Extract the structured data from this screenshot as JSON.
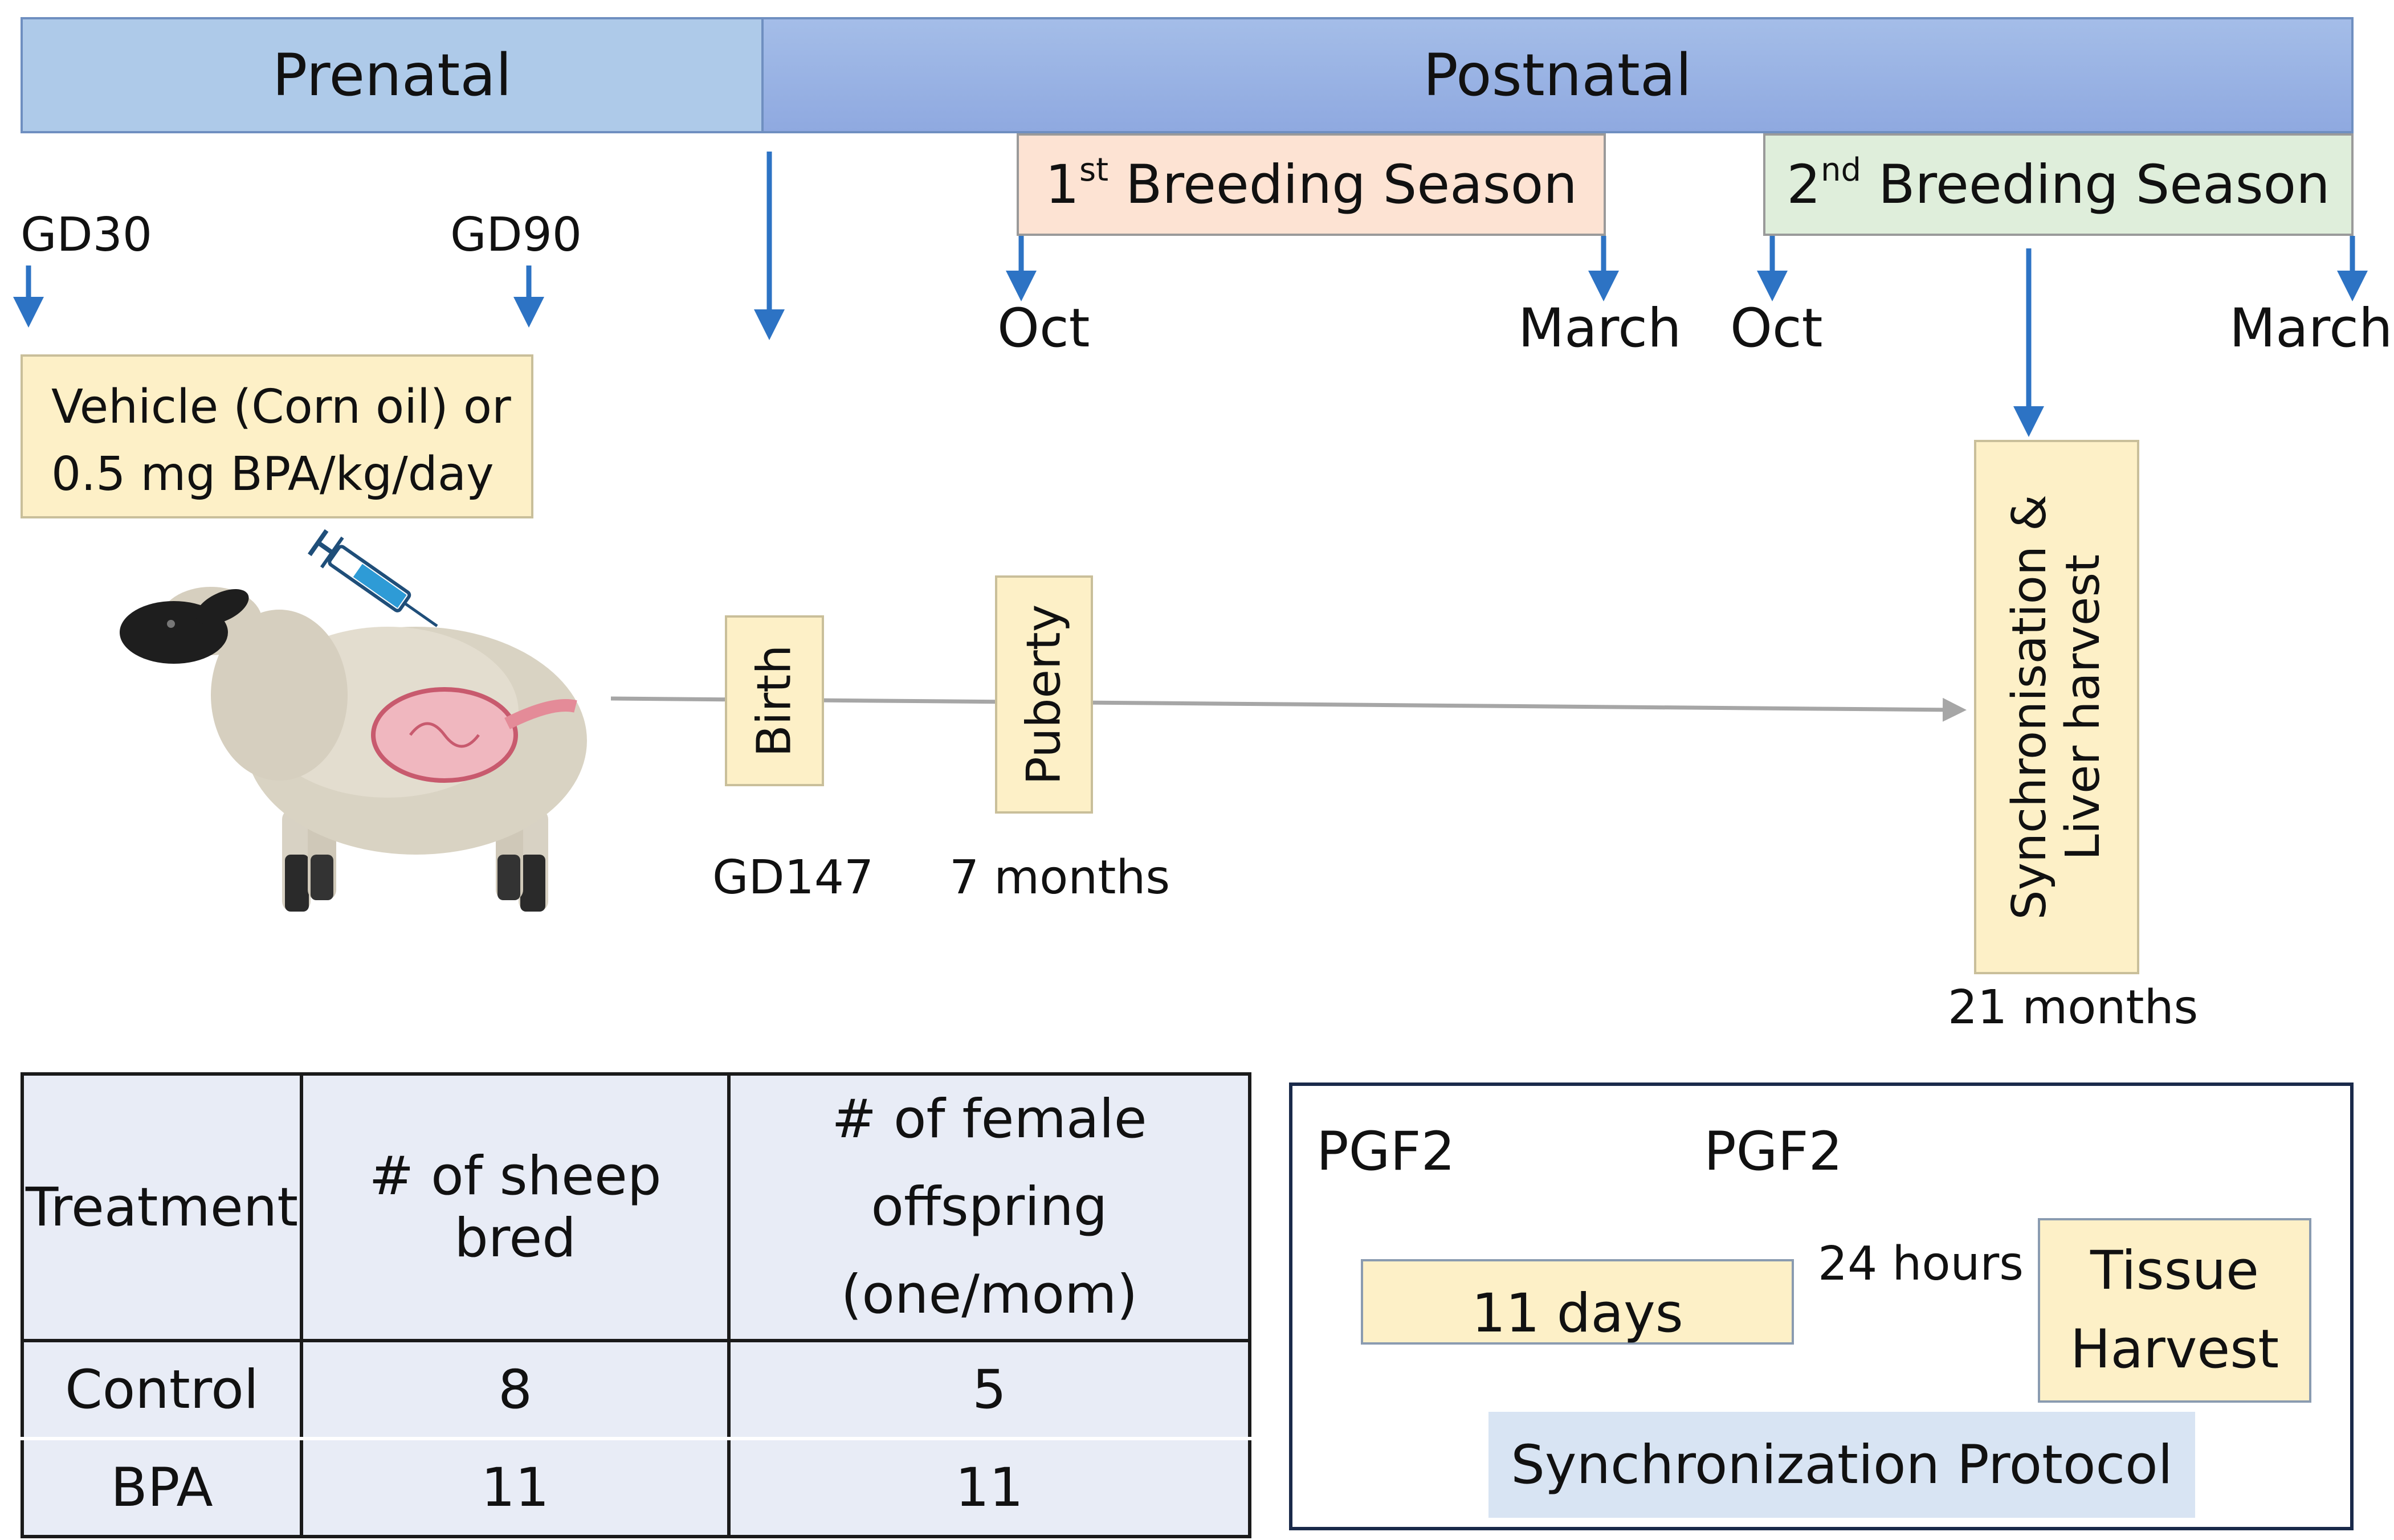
{
  "timeline": {
    "prenatal_label": "Prenatal",
    "postnatal_label": "Postnatal",
    "season1": {
      "prefix": "1",
      "sup": "st",
      "text": " Breeding Season"
    },
    "season2": {
      "prefix": "2",
      "sup": "nd",
      "text": " Breeding Season"
    },
    "gd30": "GD30",
    "gd90": "GD90",
    "oct1": "Oct",
    "march1": "March",
    "oct2": "Oct",
    "march2": "March"
  },
  "treatment_box": {
    "line1": "Vehicle (Corn oil) or",
    "line2": "0.5 mg BPA/kg/day"
  },
  "milestones": {
    "birth": "Birth",
    "birth_time": "GD147",
    "puberty": "Puberty",
    "puberty_time": "7 months",
    "harvest_line1": "Synchronisation &",
    "harvest_line2": "Liver harvest",
    "harvest_time": "21 months"
  },
  "table": {
    "headers": [
      "Treatment",
      "# of sheep bred",
      "# of female offspring (one/mom)"
    ],
    "header3_lines": [
      "# of female",
      "offspring",
      "(one/mom)"
    ],
    "rows": [
      {
        "treatment": "Control",
        "bred": "8",
        "offspring": "5"
      },
      {
        "treatment": "BPA",
        "bred": "11",
        "offspring": "11"
      }
    ]
  },
  "sync": {
    "pgf_left": "PGF2",
    "pgf_right": "PGF2",
    "days": "11 days",
    "hours": "24 hours",
    "tissue_line1": "Tissue",
    "tissue_line2": "Harvest",
    "caption": "Synchronization Protocol"
  },
  "colors": {
    "arrow_blue": "#2d73c4",
    "timeline_grey": "#a6a6a6",
    "yellow_box": "#fdf0c7",
    "season1_fill": "#fde3d3",
    "season2_fill": "#dfeedb",
    "table_fill": "#e8ecf6",
    "caption_fill": "#d8e4f3"
  },
  "icons": [
    "sheep-illustration",
    "syringe-icon"
  ]
}
